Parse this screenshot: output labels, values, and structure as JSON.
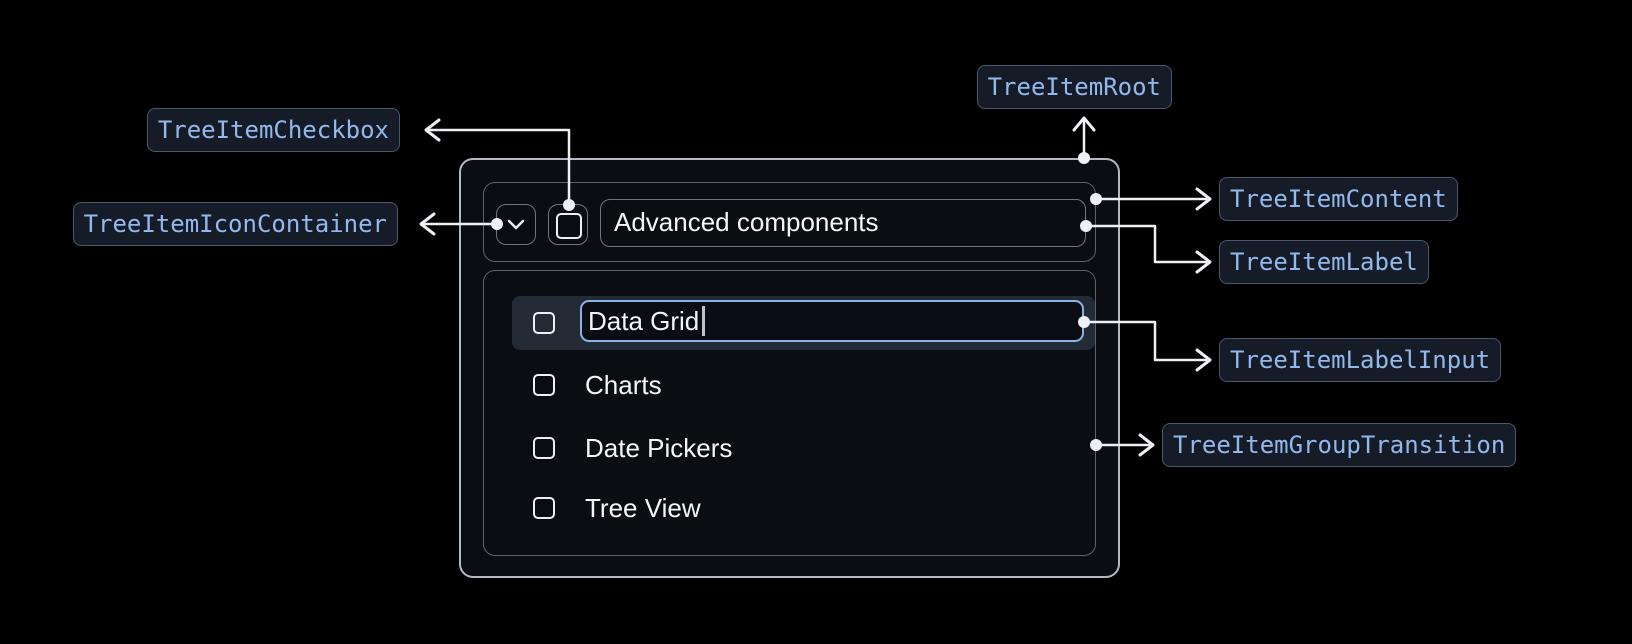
{
  "badges": {
    "root": {
      "label": "TreeItemRoot"
    },
    "checkbox": {
      "label": "TreeItemCheckbox"
    },
    "icon_container": {
      "label": "TreeItemIconContainer"
    },
    "content": {
      "label": "TreeItemContent"
    },
    "label": {
      "label": "TreeItemLabel"
    },
    "label_input": {
      "label": "TreeItemLabelInput"
    },
    "group_transition": {
      "label": "TreeItemGroupTransition"
    }
  },
  "tree": {
    "parent": {
      "label": "Advanced components",
      "expanded": true,
      "checkbox_checked": false,
      "expand_icon": "chevron-down-icon"
    },
    "items": [
      {
        "label": "Data Grid",
        "editing": true,
        "selected": true,
        "checkbox_checked": false
      },
      {
        "label": "Charts",
        "checkbox_checked": false
      },
      {
        "label": "Date Pickers",
        "checkbox_checked": false
      },
      {
        "label": "Tree View",
        "checkbox_checked": false
      }
    ]
  },
  "colors": {
    "page_bg": "#000000",
    "panel_bg": "#0a0d12",
    "panel_border": "#b2b9c2",
    "inner_border": "#5b636e",
    "small_box_border": "#6e7681",
    "text": "#f5f6f7",
    "selected_row_bg": "#232b37",
    "input_border": "#8ab3e6",
    "badge_bg": "#151c28",
    "badge_border": "#48596f",
    "badge_text": "#93b9ec",
    "connector": "#edf0f4"
  }
}
